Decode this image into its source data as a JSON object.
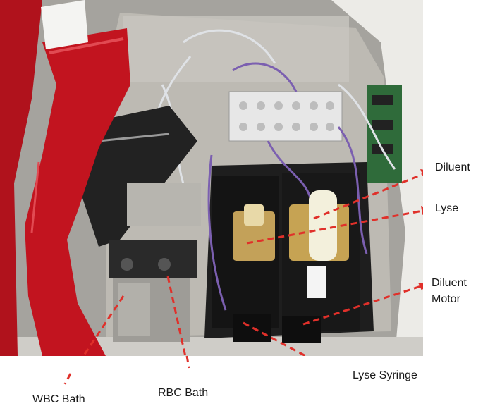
{
  "labels": {
    "diluent": "Diluent",
    "lyse": "Lyse",
    "diluent_motor_line1": "Diluent",
    "diluent_motor_line2": "Motor",
    "lyse_syringe": "Lyse Syringe",
    "rbc_bath": "RBC Bath",
    "wbc_bath": "WBC Bath"
  },
  "colors": {
    "arrow": "#e0302a",
    "housing_red": "#b0121c",
    "panel_metal": "#c9c7c2",
    "dark_interior": "#1c1c1c",
    "reservoir_amber": "#d9b25a",
    "tubing_purple": "#7b5fb0"
  }
}
